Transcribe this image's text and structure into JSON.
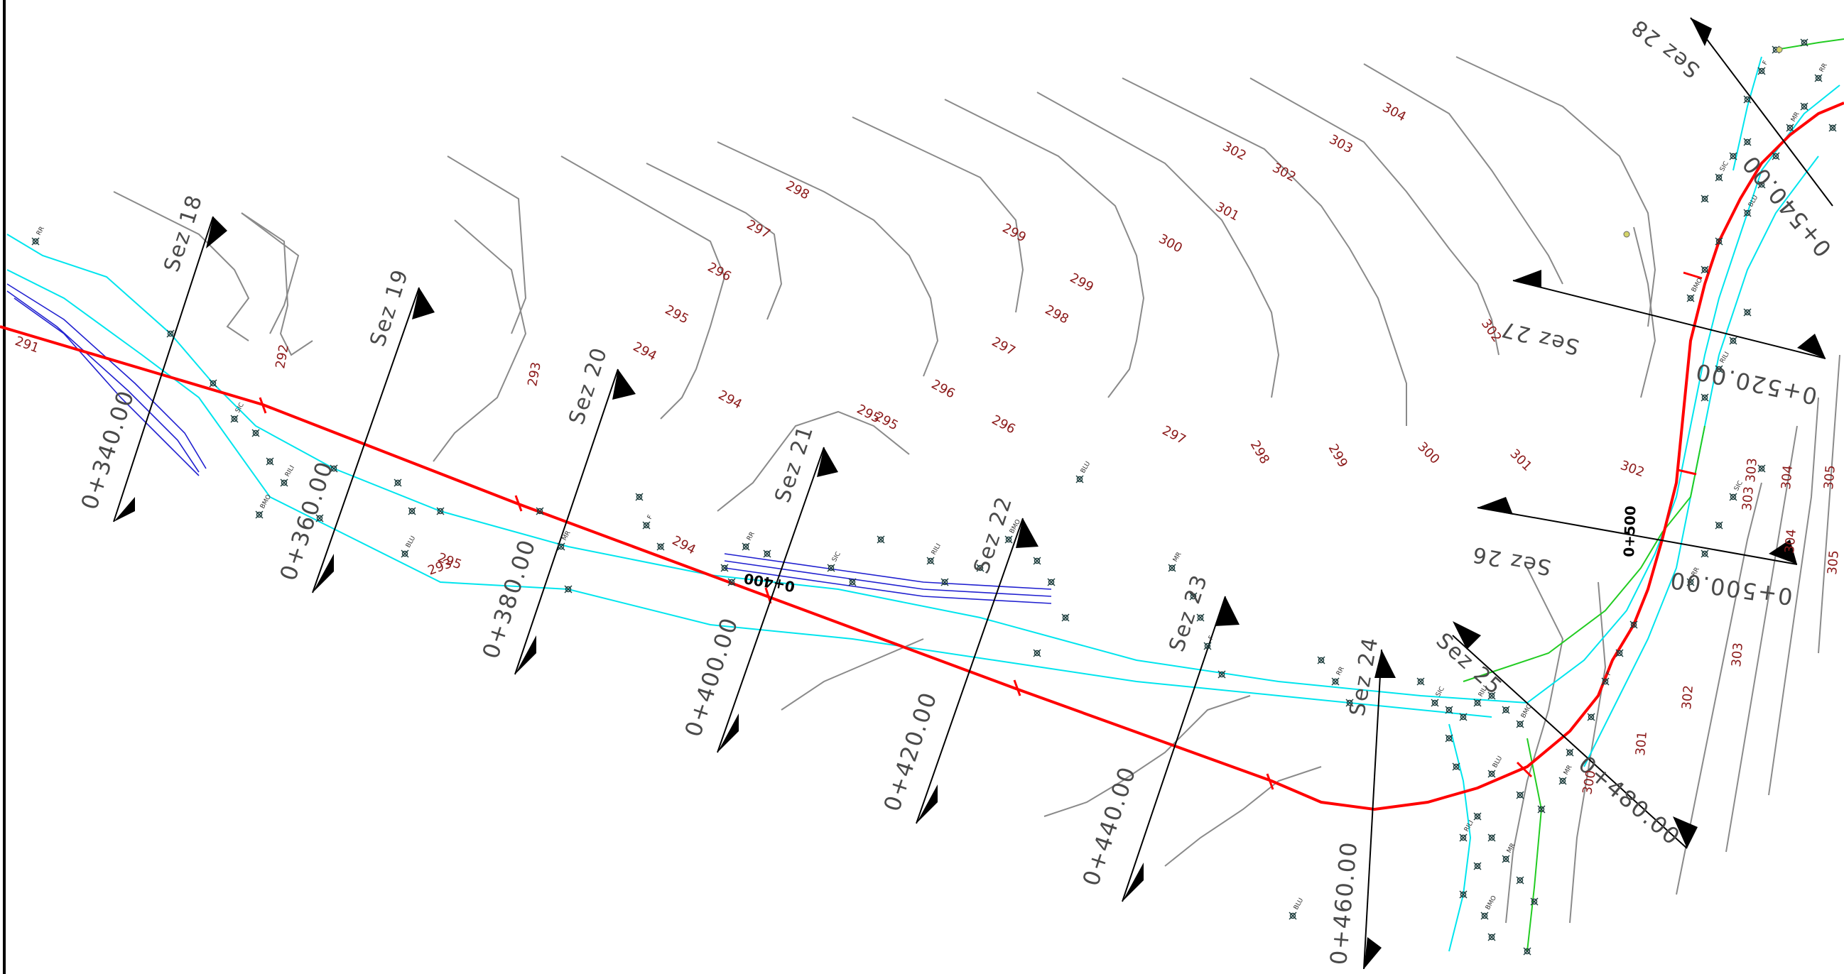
{
  "drawing": {
    "sections": [
      "Sez 18",
      "Sez 19",
      "Sez 20",
      "Sez 21",
      "Sez 22",
      "Sez 23",
      "Sez 24",
      "Sez 25",
      "Sez 26",
      "Sez 27",
      "Sez 28"
    ],
    "chainages": [
      "0+340.00",
      "0+360.00",
      "0+380.00",
      "0+400.00",
      "0+420.00",
      "0+440.00",
      "0+460.00",
      "0+480.00",
      "0+500.00",
      "0+520.00",
      "0+540.00"
    ],
    "bold_chainages": [
      "0+400",
      "0+500"
    ],
    "contour_labels": [
      "291",
      "292",
      "293",
      "293",
      "294",
      "294",
      "294",
      "295",
      "295",
      "295",
      "295",
      "296",
      "296",
      "296",
      "297",
      "297",
      "297",
      "298",
      "298",
      "298",
      "299",
      "299",
      "299",
      "300",
      "300",
      "300",
      "301",
      "301",
      "301",
      "302",
      "302",
      "302",
      "302",
      "302",
      "303",
      "303",
      "303",
      "303",
      "304",
      "304",
      "304",
      "305",
      "305"
    ],
    "point_codes": [
      "RR",
      "MR",
      "BMO",
      "SIC",
      "F",
      "BLU",
      "RILI"
    ],
    "colors": {
      "alignment": "#ff0000",
      "contours": "#8a8a8a",
      "road_edges": "#00e5ee",
      "channel": "#2020d0",
      "green_edge": "#22cc22",
      "elevation_text": "#8b1a1a"
    }
  }
}
